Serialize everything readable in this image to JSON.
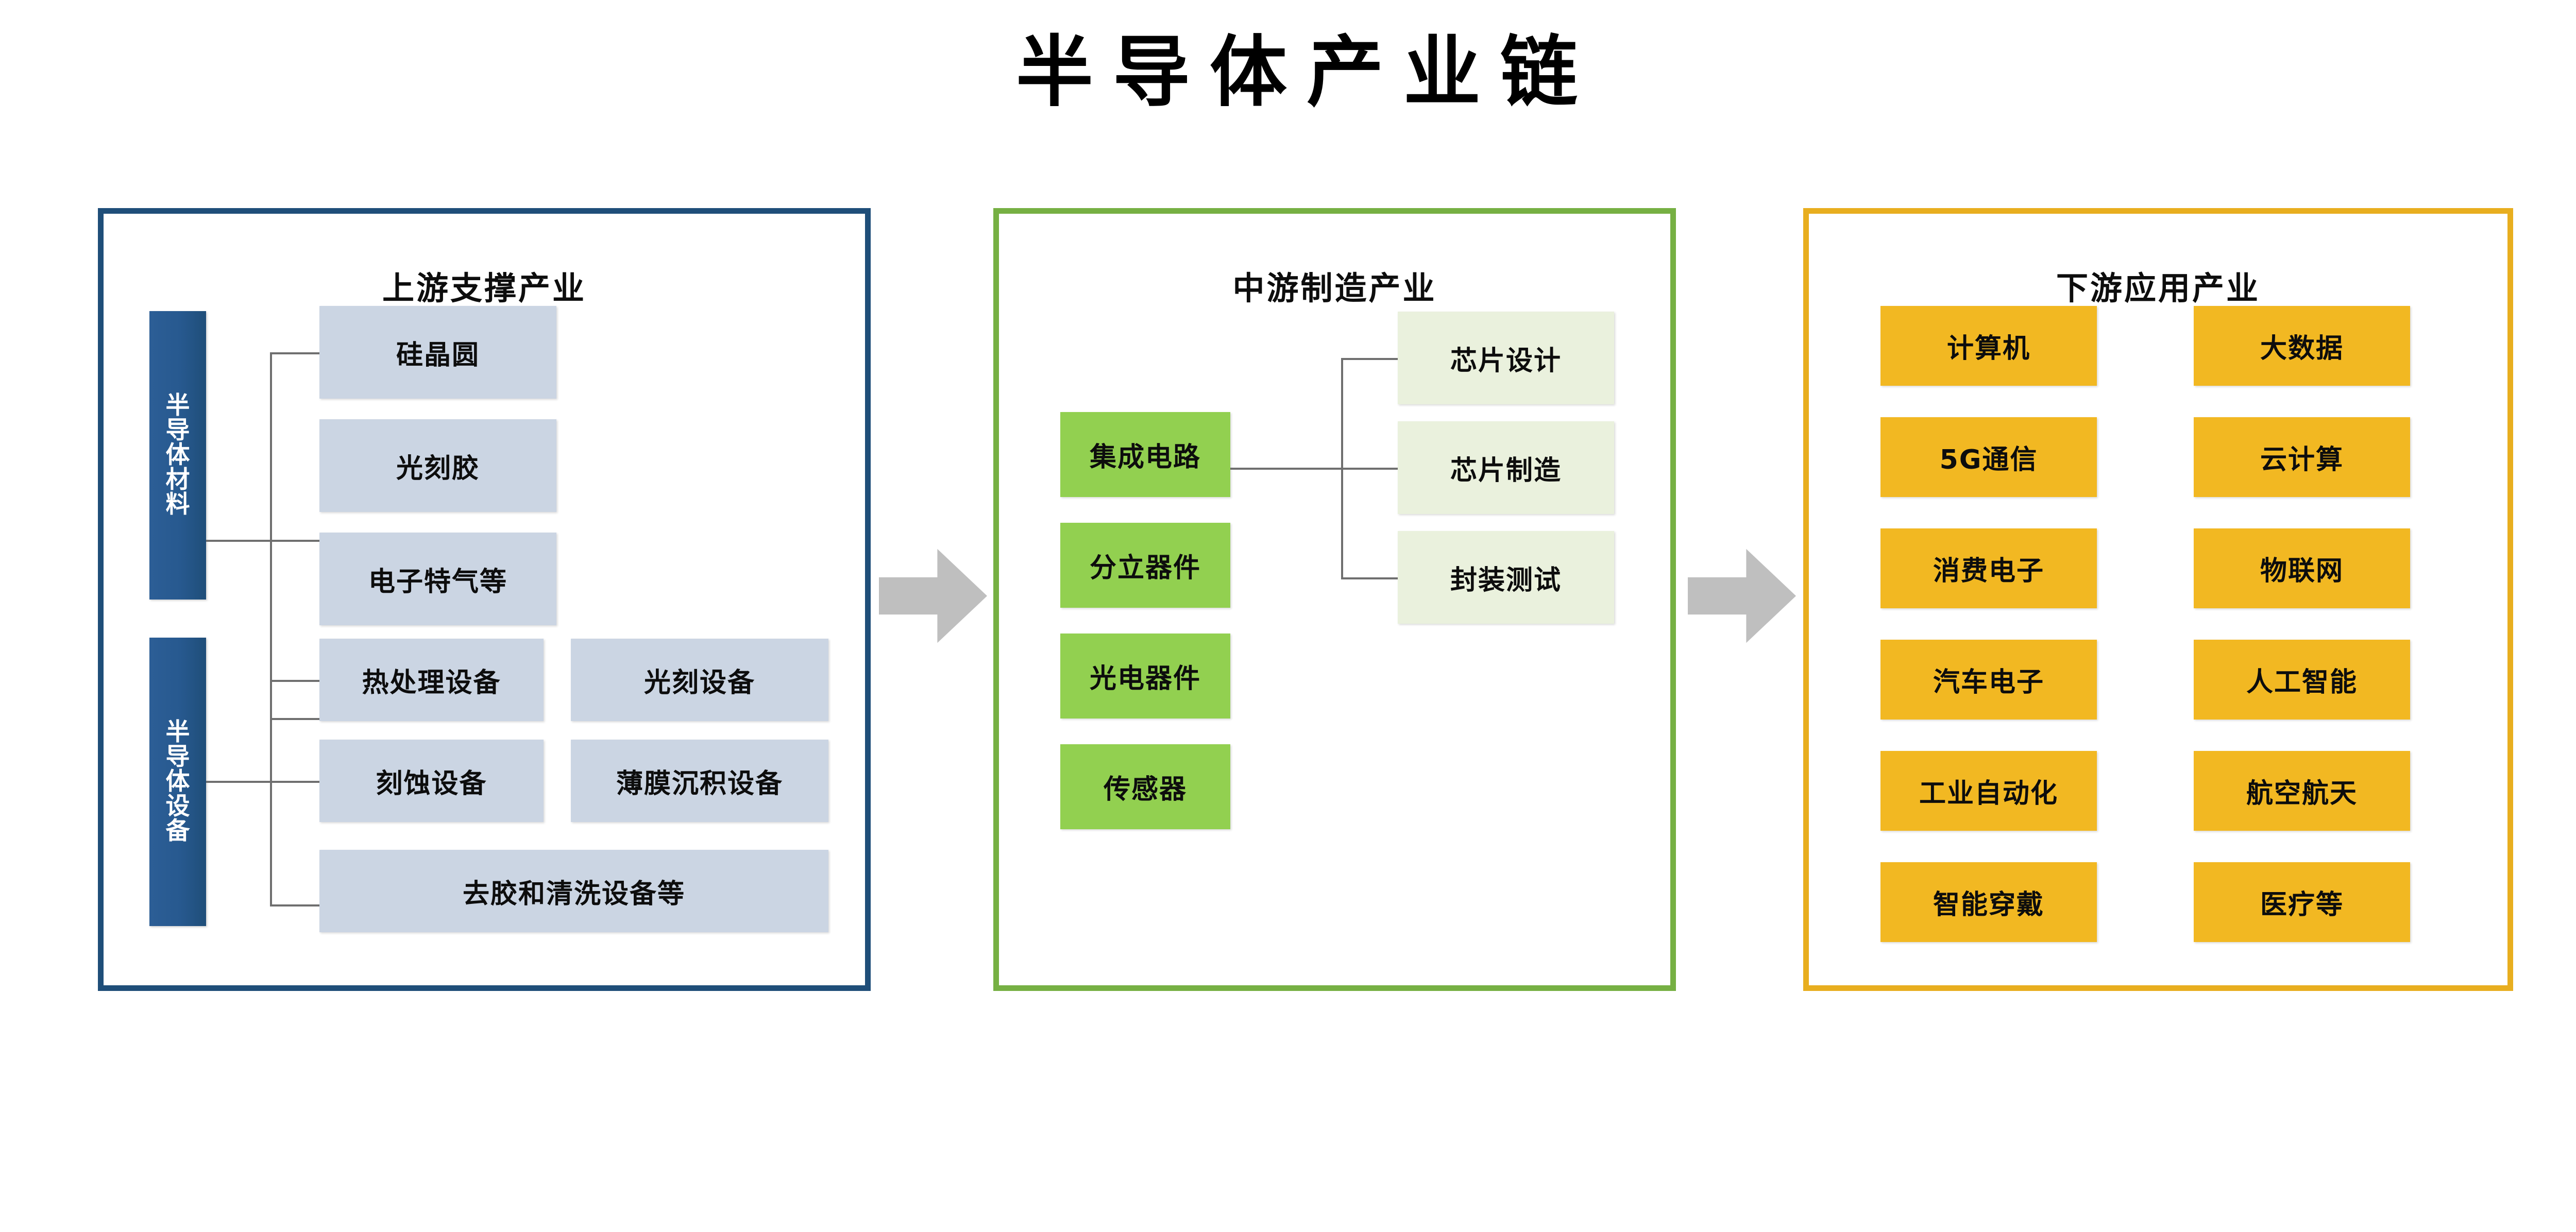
{
  "title": "半导体产业链",
  "colors": {
    "upstream_border": "#1F4E79",
    "midstream_border": "#76B043",
    "downstream_border": "#E8AE1F",
    "upstream_bar": "#27598F",
    "upstream_box": "#CBD5E3",
    "midstream_primary_box": "#92D050",
    "midstream_secondary_box": "#EAF1DD",
    "downstream_box": "#F2B822",
    "arrow": "#BFBFBF"
  },
  "panels": {
    "upstream": {
      "title": "上游支撑产业",
      "groups": [
        {
          "bar_label": "半导体材料",
          "items": [
            "硅晶圆",
            "光刻胶",
            "电子特气等"
          ]
        },
        {
          "bar_label": "半导体设备",
          "items": [
            "热处理设备",
            "光刻设备",
            "刻蚀设备",
            "薄膜沉积设备",
            "去胶和清洗设备等"
          ]
        }
      ]
    },
    "midstream": {
      "title": "中游制造产业",
      "primary": [
        "集成电路",
        "分立器件",
        "光电器件",
        "传感器"
      ],
      "secondary": [
        "芯片设计",
        "芯片制造",
        "封装测试"
      ]
    },
    "downstream": {
      "title": "下游应用产业",
      "column_left": [
        "计算机",
        "5G通信",
        "消费电子",
        "汽车电子",
        "工业自动化",
        "智能穿戴"
      ],
      "column_right": [
        "大数据",
        "云计算",
        "物联网",
        "人工智能",
        "航空航天",
        "医疗等"
      ]
    }
  },
  "arrows": [
    {
      "name": "upstream-to-midstream"
    },
    {
      "name": "midstream-to-downstream"
    }
  ]
}
